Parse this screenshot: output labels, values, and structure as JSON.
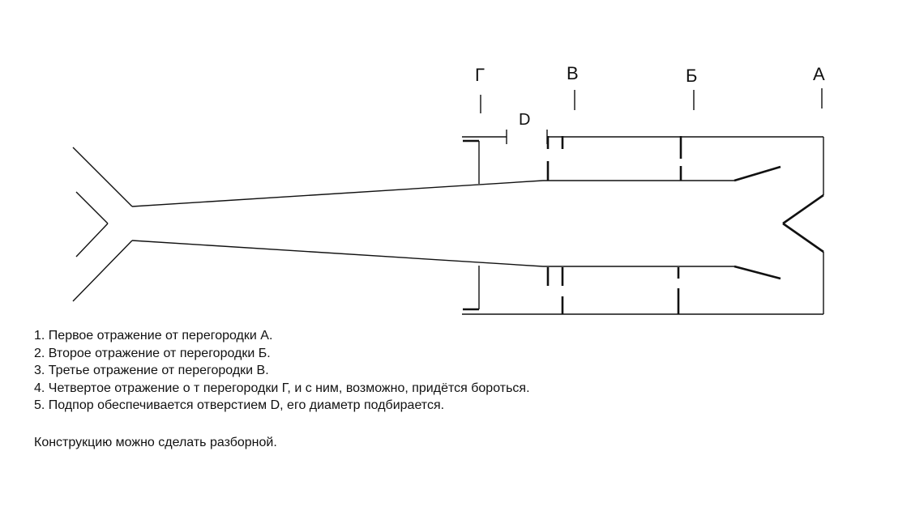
{
  "labels": {
    "partition_g": "Г",
    "partition_v": "В",
    "partition_b": "Б",
    "partition_a": "А",
    "hole_d": "D"
  },
  "notes": [
    "1. Первое отражение от перегородки А.",
    "2. Второе отражение от перегородки Б.",
    "3. Третье отражение от перегородки В.",
    "4. Четвертое отражение о т перегородки Г, и с ним, возможно, придётся бороться.",
    "5. Подпор обеспечивается отверстием D, его диаметр подбирается."
  ],
  "footnote": "Конструкцию можно сделать разборной.",
  "colors": {
    "line": "#111111",
    "background": "#ffffff"
  }
}
